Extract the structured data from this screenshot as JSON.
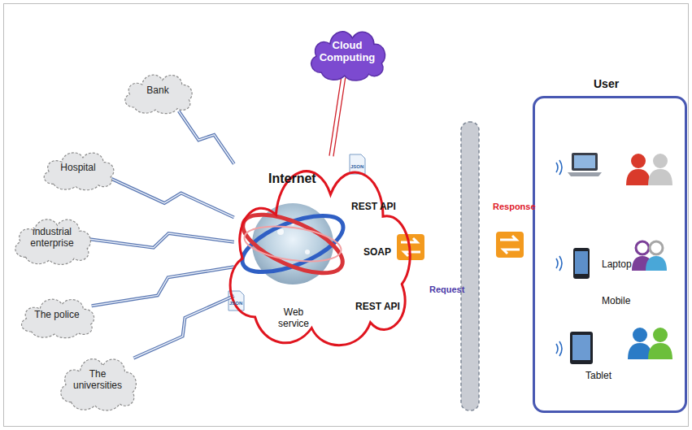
{
  "diagram": {
    "nodes": [
      {
        "text": [
          "Bank"
        ]
      },
      {
        "text": [
          "Hospital"
        ]
      },
      {
        "text": [
          "industrial enterprise"
        ]
      },
      {
        "text": [
          "The police"
        ]
      },
      {
        "text": [
          "The universities"
        ]
      },
      {
        "text": [
          "Internet",
          "REST API",
          "SOAP",
          "Web service",
          "REST API"
        ]
      },
      {
        "text": [
          "Cloud Computing"
        ]
      },
      {
        "text": [
          "User",
          "Laptop",
          "Mobile",
          "Tablet"
        ]
      }
    ],
    "edges": [
      {
        "from": 0,
        "to": 5,
        "arrow": "none"
      },
      {
        "from": 1,
        "to": 5,
        "arrow": "none"
      },
      {
        "from": 2,
        "to": 5,
        "arrow": "none"
      },
      {
        "from": 3,
        "to": 5,
        "arrow": "none"
      },
      {
        "from": 4,
        "to": 5,
        "arrow": "none"
      },
      {
        "from": 6,
        "to": 5,
        "arrow": "none"
      }
    ],
    "labels": [
      "Request",
      "Response",
      "JSON",
      "JSON"
    ]
  }
}
